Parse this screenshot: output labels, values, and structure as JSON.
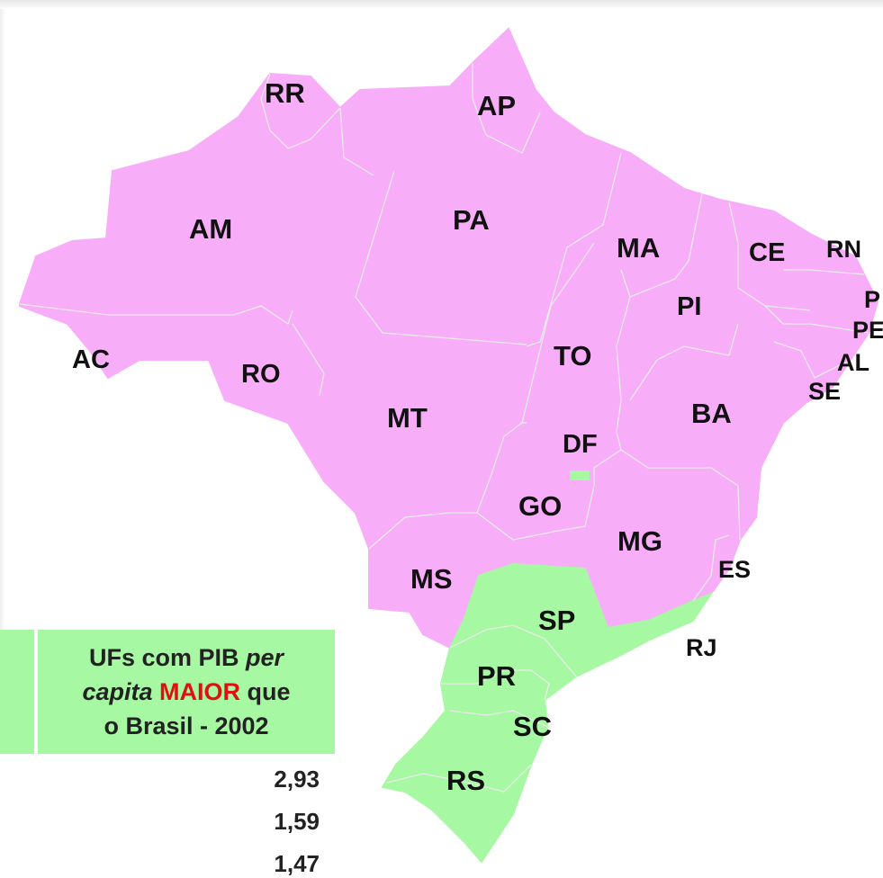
{
  "colors": {
    "above_average": "#a6f8a2",
    "below_average": "#f7adf7",
    "border": "#e9e9e9",
    "highlight": "#e01010"
  },
  "map": {
    "states": {
      "RR": "RR",
      "AP": "AP",
      "AM": "AM",
      "PA": "PA",
      "MA": "MA",
      "CE": "CE",
      "RN": "RN",
      "PB": "P",
      "PE": "PE",
      "AL": "AL",
      "SE": "SE",
      "PI": "PI",
      "AC": "AC",
      "RO": "RO",
      "TO": "TO",
      "MT": "MT",
      "BA": "BA",
      "DF": "DF",
      "GO": "GO",
      "MG": "MG",
      "ES": "ES",
      "MS": "MS",
      "SP": "SP",
      "RJ": "RJ",
      "PR": "PR",
      "SC": "SC",
      "RS": "RS"
    },
    "above_average_ufs": [
      "DF",
      "SP",
      "RJ",
      "PR",
      "SC",
      "RS"
    ]
  },
  "legend": {
    "line1": "UFs com PIB",
    "line1_italic": "per",
    "line2_italic": "capita",
    "line2_highlight": "MAIOR",
    "line2_rest": "que",
    "line3": "o Brasil - 2002"
  },
  "values": [
    "2,93",
    "1,59",
    "1,47"
  ]
}
